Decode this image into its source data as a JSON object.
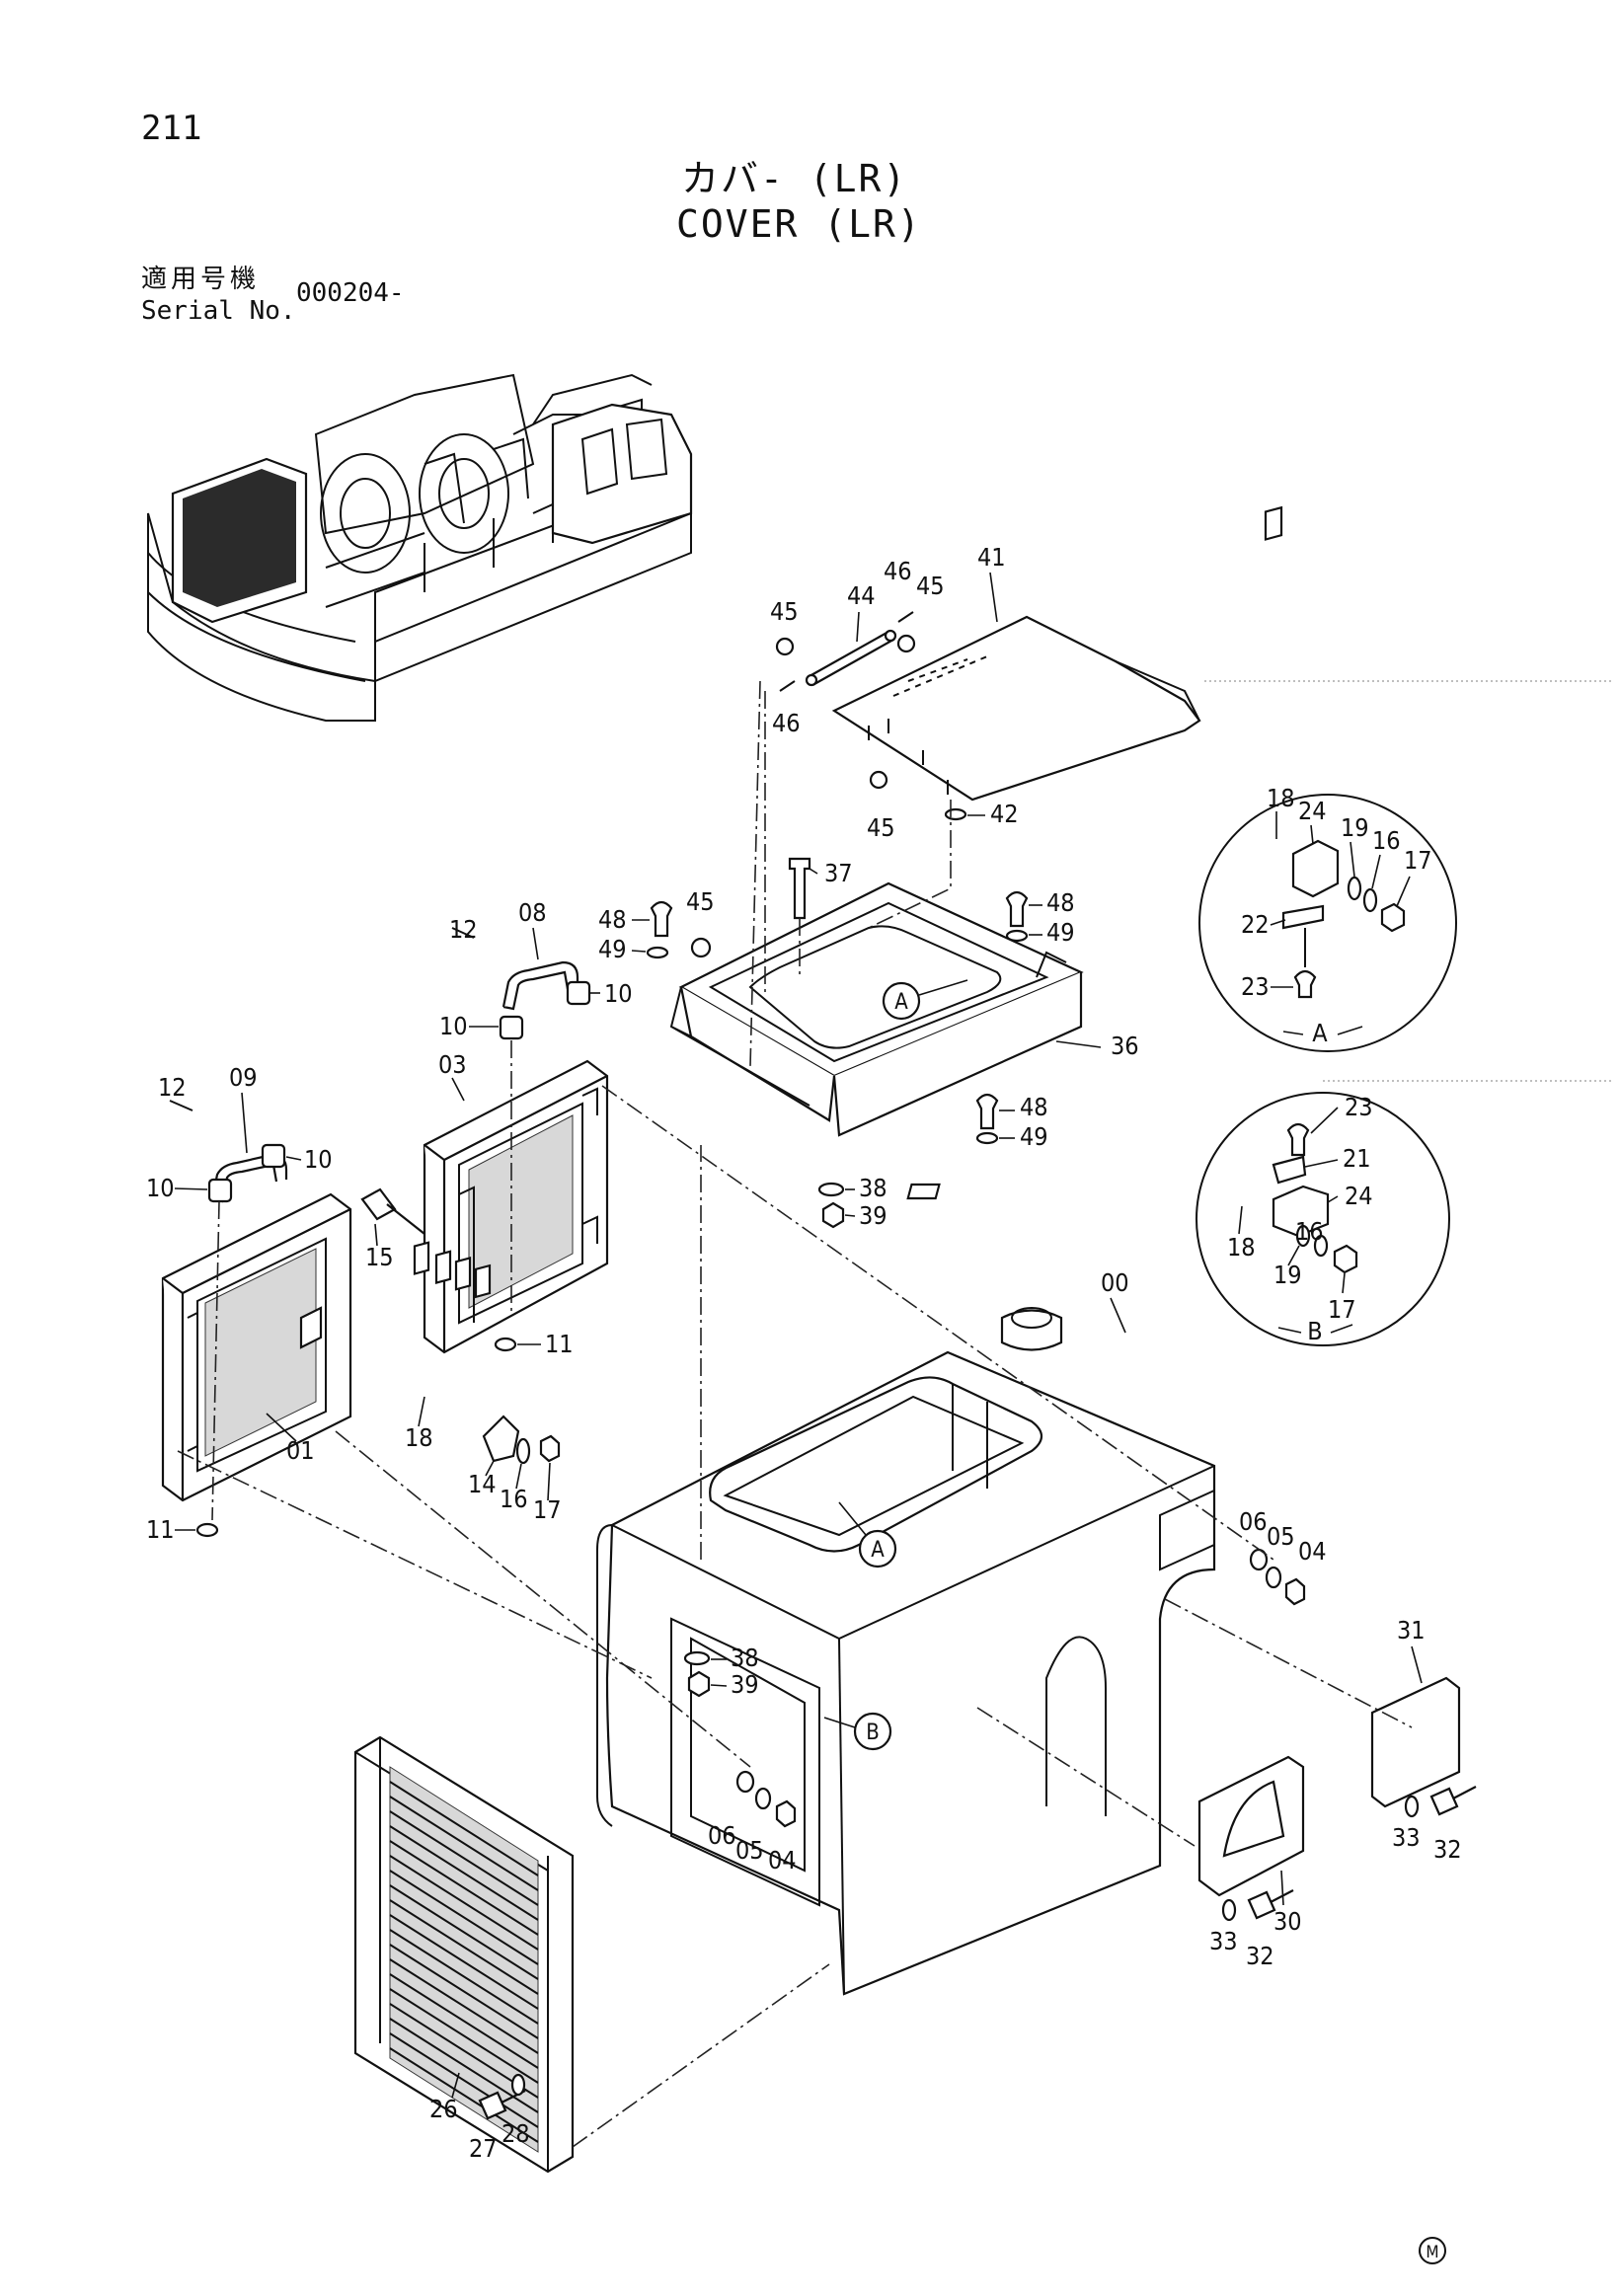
{
  "page_number": "211",
  "title_jp": "カバ- (LR)",
  "title_en": "COVER (LR)",
  "serial": {
    "label_jp": "適用号機",
    "label_en": "Serial No.",
    "value": "000204-"
  },
  "detail_views": [
    "A",
    "B"
  ],
  "view_callouts": [
    "A",
    "A",
    "B"
  ],
  "mark": "M",
  "part_labels": {
    "p00": "00",
    "p01": "01",
    "p03": "03",
    "p08": "08",
    "p09": "09",
    "p04a": "04",
    "p05a": "05",
    "p06a": "06",
    "p04b": "04",
    "p05b": "05",
    "p06b": "06",
    "p10a": "10",
    "p10b": "10",
    "p10c": "10",
    "p10d": "10",
    "p11a": "11",
    "p11b": "11",
    "p12a": "12",
    "p12b": "12",
    "p14": "14",
    "p15": "15",
    "p16a": "16",
    "p17a": "17",
    "p18a": "18",
    "p16A": "16",
    "p17A": "17",
    "p18A": "18",
    "p19A": "19",
    "p22A": "22",
    "p23A": "23",
    "p24A": "24",
    "p16B": "16",
    "p17B": "17",
    "p18B": "18",
    "p19B": "19",
    "p21B": "21",
    "p23B": "23",
    "p24B": "24",
    "p26": "26",
    "p27": "27",
    "p28": "28",
    "p30": "30",
    "p31": "31",
    "p32a": "32",
    "p33a": "33",
    "p32b": "32",
    "p33b": "33",
    "p36": "36",
    "p37": "37",
    "p38a": "38",
    "p39a": "39",
    "p38b": "38",
    "p39b": "39",
    "p41": "41",
    "p42": "42",
    "p44": "44",
    "p45a": "45",
    "p45b": "45",
    "p45c": "45",
    "p45d": "45",
    "p46a": "46",
    "p46b": "46",
    "p48a": "48",
    "p49a": "49",
    "p48b": "48",
    "p49b": "49",
    "p48c": "48",
    "p49c": "49"
  }
}
